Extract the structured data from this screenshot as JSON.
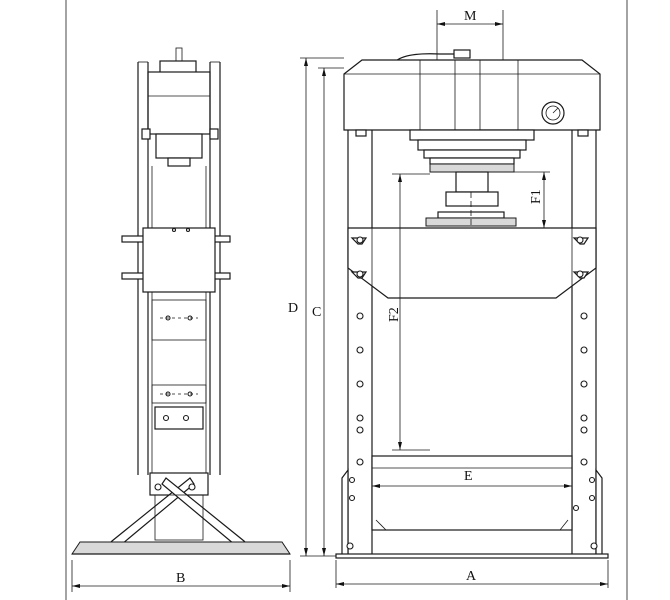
{
  "labels": {
    "A": "A",
    "B": "B",
    "C": "C",
    "D": "D",
    "E": "E",
    "F1": "F1",
    "F2": "F2",
    "M": "M"
  }
}
